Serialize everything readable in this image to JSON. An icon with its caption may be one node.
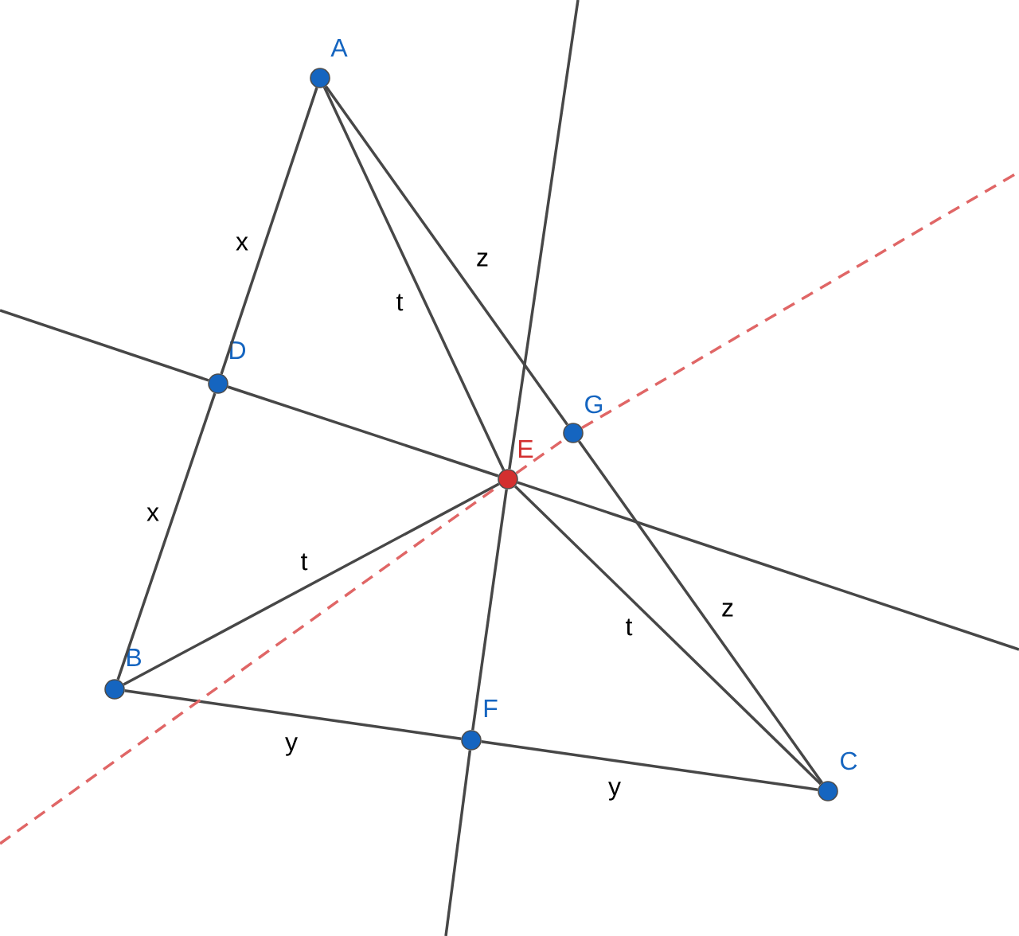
{
  "diagram": {
    "nodes": [
      {
        "text": [
          "A"
        ]
      },
      {
        "text": [
          "B"
        ]
      },
      {
        "text": [
          "C"
        ]
      },
      {
        "text": [
          "D"
        ]
      },
      {
        "text": [
          "E"
        ]
      },
      {
        "text": [
          "F"
        ]
      },
      {
        "text": [
          "G"
        ]
      }
    ],
    "edges": [
      {
        "from": 0,
        "to": 3,
        "arrow": "none",
        "label": "x"
      },
      {
        "from": 3,
        "to": 1,
        "arrow": "none",
        "label": "x"
      },
      {
        "from": 1,
        "to": 5,
        "arrow": "none",
        "label": "y"
      },
      {
        "from": 5,
        "to": 2,
        "arrow": "none",
        "label": "y"
      },
      {
        "from": 0,
        "to": 6,
        "arrow": "none",
        "label": "z"
      },
      {
        "from": 6,
        "to": 2,
        "arrow": "none",
        "label": "z"
      },
      {
        "from": 0,
        "to": 4,
        "arrow": "none",
        "label": "t"
      },
      {
        "from": 1,
        "to": 4,
        "arrow": "none",
        "label": "t"
      },
      {
        "from": 4,
        "to": 2,
        "arrow": "none",
        "label": "t"
      },
      {
        "from": null,
        "to": 3,
        "arrow": "none"
      },
      {
        "from": 3,
        "to": 4,
        "arrow": "none"
      },
      {
        "from": 4,
        "to": null,
        "arrow": "none"
      },
      {
        "from": null,
        "to": 5,
        "arrow": "none"
      },
      {
        "from": 5,
        "to": 4,
        "arrow": "none"
      },
      {
        "from": 4,
        "to": null,
        "arrow": "none"
      },
      {
        "from": null,
        "to": 4,
        "arrow": "none",
        "style": "dashed",
        "color": "#e06666"
      },
      {
        "from": 4,
        "to": 6,
        "arrow": "none",
        "style": "dashed",
        "color": "#e06666"
      },
      {
        "from": 6,
        "to": null,
        "arrow": "none",
        "style": "dashed",
        "color": "#e06666"
      }
    ]
  }
}
